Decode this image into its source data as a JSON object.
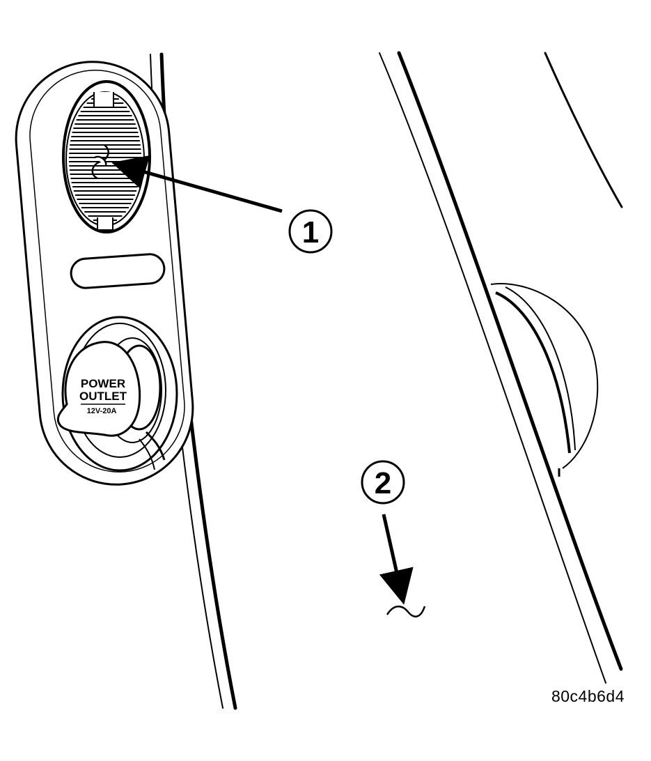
{
  "callouts": [
    {
      "number": "1"
    },
    {
      "number": "2"
    }
  ],
  "outlet_cap": {
    "line1": "POWER",
    "line2": "OUTLET",
    "line3": "12V-20A"
  },
  "figure_id": "80c4b6d4",
  "colors": {
    "ink": "#000000",
    "paper": "#ffffff"
  }
}
